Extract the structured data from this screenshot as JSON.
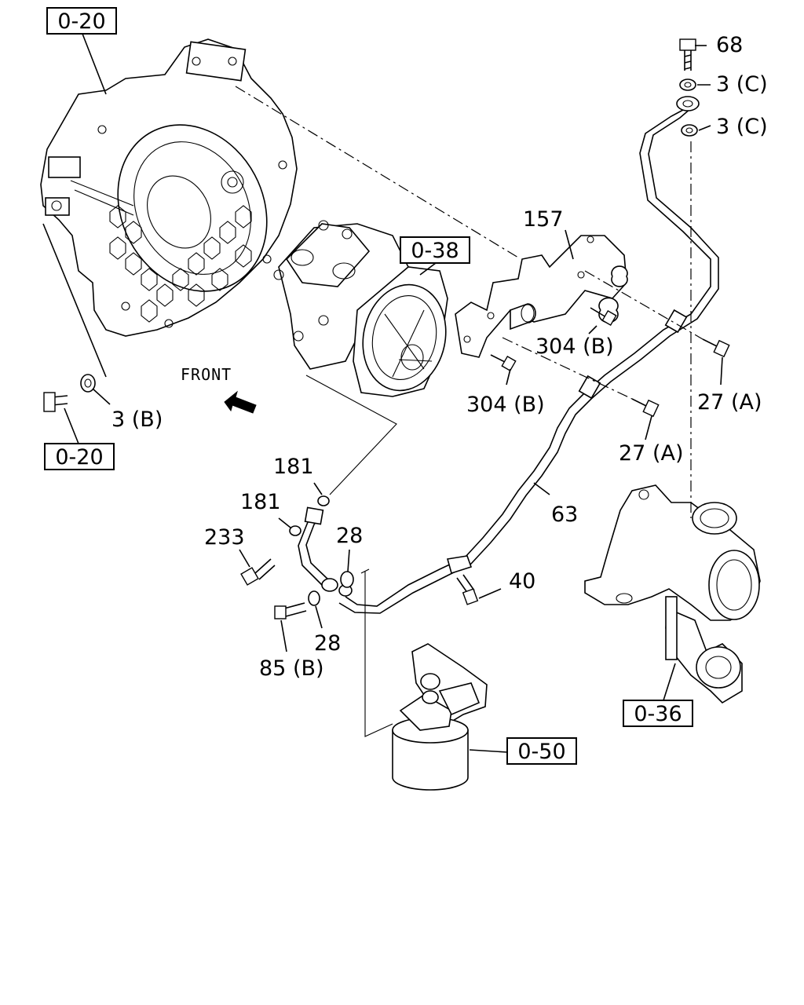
{
  "references": {
    "ref_top_left": "0-20",
    "ref_bottom_left": "0-20",
    "ref_compressor": "0-38",
    "ref_turbo": "0-36",
    "ref_filter": "0-50"
  },
  "front_label": "FRONT",
  "callouts": {
    "c68": "68",
    "c3c_a": "3 (C)",
    "c3c_b": "3 (C)",
    "c157": "157",
    "c304b_a": "304 (B)",
    "c304b_b": "304 (B)",
    "c27a_a": "27 (A)",
    "c27a_b": "27 (A)",
    "c3b": "3 (B)",
    "c181_a": "181",
    "c181_b": "181",
    "c233": "233",
    "c28_a": "28",
    "c28_b": "28",
    "c63": "63",
    "c40": "40",
    "c85b": "85 (B)"
  },
  "icons": {
    "front_arrow": "arrow-up-left-icon"
  }
}
